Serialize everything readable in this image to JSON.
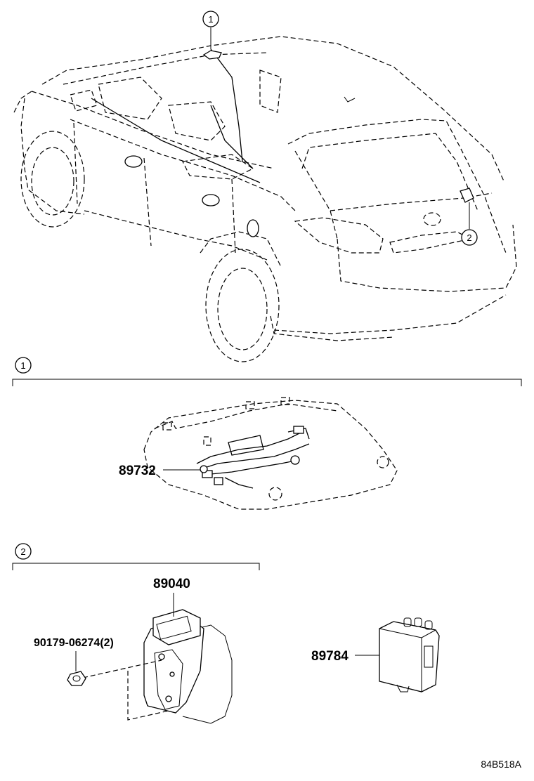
{
  "callouts": {
    "one": "1",
    "two": "2"
  },
  "sections": {
    "one_label": "1",
    "two_label": "2"
  },
  "parts": {
    "p89732": "89732",
    "p89040": "89040",
    "p90179": "90179-06274(2)",
    "p89784": "89784"
  },
  "diagram_code": "84B518A"
}
